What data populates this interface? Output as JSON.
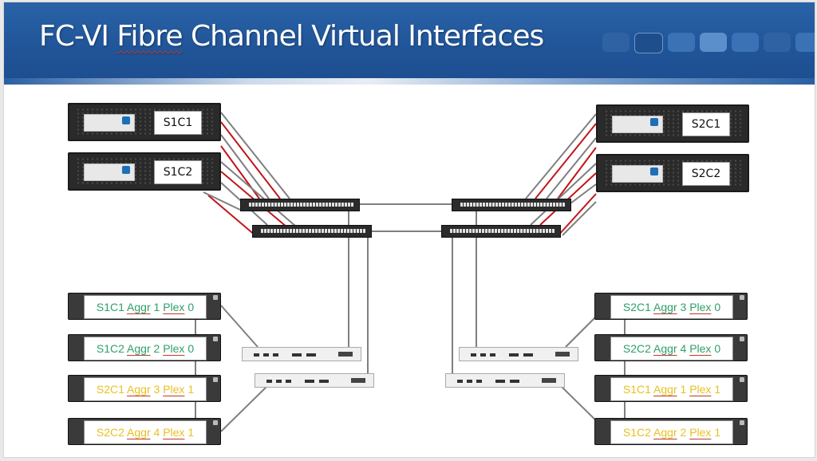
{
  "slide": {
    "title_parts": [
      "FC-VI ",
      "Fibre",
      " Channel Virtual Interfaces"
    ],
    "title_full": "FC-VI Fibre Channel Virtual Interfaces",
    "banner_color": "#22579b",
    "deco_square_colors": [
      "#2e62a3",
      "#1f4e8c",
      "#3a72b5",
      "#5a8fcc",
      "#3a72b5",
      "#2e62a3",
      "#3a72b5"
    ]
  },
  "colors": {
    "fc_cable": "#7f7f7f",
    "fcvi_cable": "#c0171b",
    "plex0_text": "#2ea06a",
    "plex1_text": "#e8c020"
  },
  "controllers": [
    {
      "id": "S1C1",
      "label": "S1C1",
      "site": "1"
    },
    {
      "id": "S1C2",
      "label": "S1C2",
      "site": "1"
    },
    {
      "id": "S2C1",
      "label": "S2C1",
      "site": "2"
    },
    {
      "id": "S2C2",
      "label": "S2C2",
      "site": "2"
    }
  ],
  "fc_switches": [
    {
      "id": "site1-switch-a",
      "site": "1"
    },
    {
      "id": "site1-switch-b",
      "site": "1"
    },
    {
      "id": "site2-switch-a",
      "site": "2"
    },
    {
      "id": "site2-switch-b",
      "site": "2"
    }
  ],
  "fc_sas_bridges": [
    {
      "id": "site1-bridge-a",
      "site": "1"
    },
    {
      "id": "site1-bridge-b",
      "site": "1"
    },
    {
      "id": "site2-bridge-a",
      "site": "2"
    },
    {
      "id": "site2-bridge-b",
      "site": "2"
    }
  ],
  "shelves": {
    "site1": [
      {
        "node": "S1C1",
        "aggr_word": "Aggr",
        "aggr": "1",
        "plex_word": "Plex",
        "plex": "0",
        "type": "plex0"
      },
      {
        "node": "S1C2",
        "aggr_word": "Aggr",
        "aggr": "2",
        "plex_word": "Plex",
        "plex": "0",
        "type": "plex0"
      },
      {
        "node": "S2C1",
        "aggr_word": "Aggr",
        "aggr": "3",
        "plex_word": "Plex",
        "plex": "1",
        "type": "plex1"
      },
      {
        "node": "S2C2",
        "aggr_word": "Aggr",
        "aggr": "4",
        "plex_word": "Plex",
        "plex": "1",
        "type": "plex1"
      }
    ],
    "site2": [
      {
        "node": "S2C1",
        "aggr_word": "Aggr",
        "aggr": "3",
        "plex_word": "Plex",
        "plex": "0",
        "type": "plex0"
      },
      {
        "node": "S2C2",
        "aggr_word": "Aggr",
        "aggr": "4",
        "plex_word": "Plex",
        "plex": "0",
        "type": "plex0"
      },
      {
        "node": "S1C1",
        "aggr_word": "Aggr",
        "aggr": "1",
        "plex_word": "Plex",
        "plex": "1",
        "type": "plex1"
      },
      {
        "node": "S1C2",
        "aggr_word": "Aggr",
        "aggr": "2",
        "plex_word": "Plex",
        "plex": "1",
        "type": "plex1"
      }
    ]
  }
}
